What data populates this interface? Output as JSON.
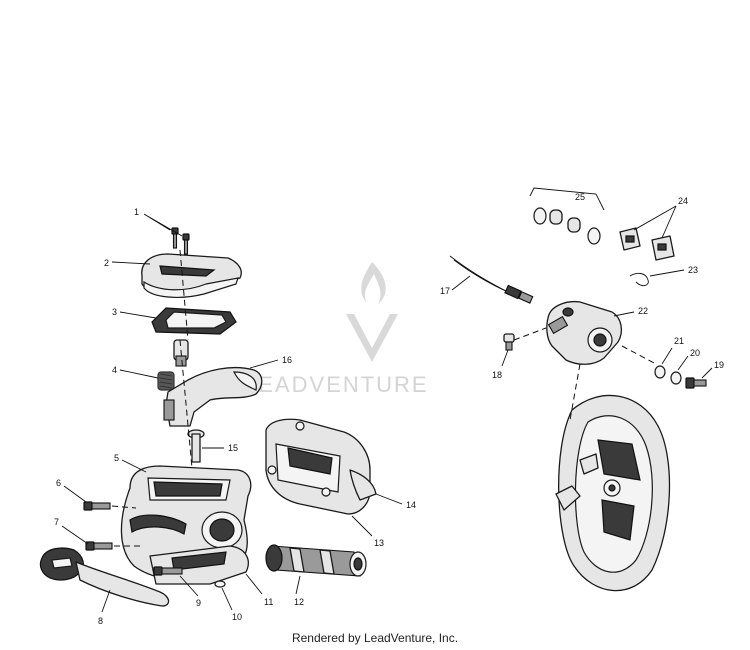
{
  "watermark": {
    "brand": "LEADVENTURE"
  },
  "callouts": [
    {
      "id": "c1",
      "label": "1"
    },
    {
      "id": "c2",
      "label": "2"
    },
    {
      "id": "c3",
      "label": "3"
    },
    {
      "id": "c4",
      "label": "4"
    },
    {
      "id": "c5",
      "label": "5"
    },
    {
      "id": "c6",
      "label": "6"
    },
    {
      "id": "c7",
      "label": "7"
    },
    {
      "id": "c8",
      "label": "8"
    },
    {
      "id": "c9",
      "label": "9"
    },
    {
      "id": "c10",
      "label": "10"
    },
    {
      "id": "c11",
      "label": "11"
    },
    {
      "id": "c12",
      "label": "12"
    },
    {
      "id": "c13",
      "label": "13"
    },
    {
      "id": "c14",
      "label": "14"
    },
    {
      "id": "c15",
      "label": "15"
    },
    {
      "id": "c16",
      "label": "16"
    },
    {
      "id": "c17",
      "label": "17"
    },
    {
      "id": "c18",
      "label": "18"
    },
    {
      "id": "c19",
      "label": "19"
    },
    {
      "id": "c20",
      "label": "20"
    },
    {
      "id": "c21",
      "label": "21"
    },
    {
      "id": "c22",
      "label": "22"
    },
    {
      "id": "c23",
      "label": "23"
    },
    {
      "id": "c24",
      "label": "24"
    },
    {
      "id": "c25",
      "label": "25"
    }
  ],
  "footer": {
    "text": "Rendered by LeadVenture, Inc."
  }
}
